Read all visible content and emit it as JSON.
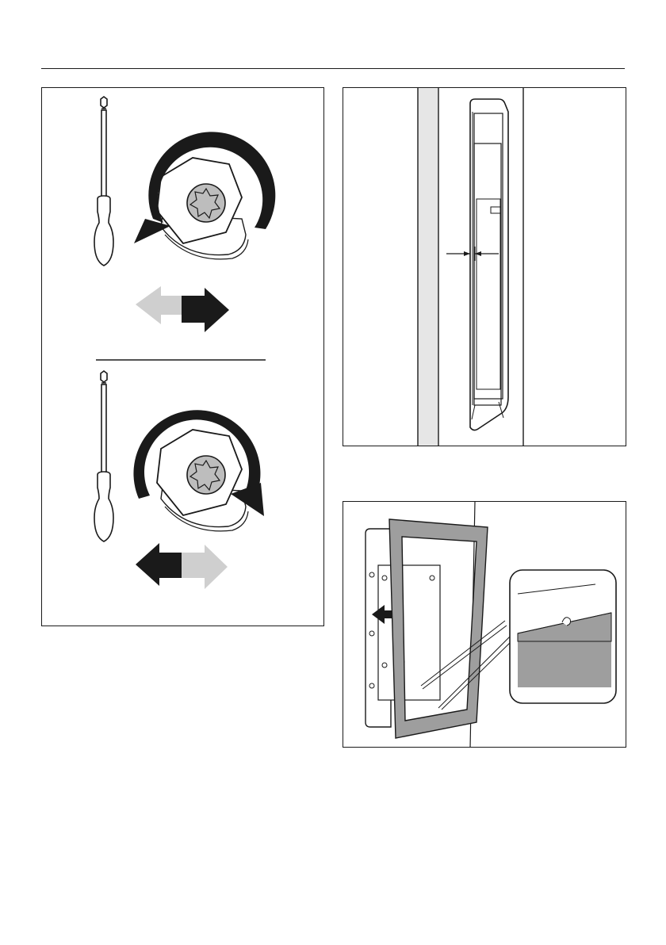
{
  "colors": {
    "ink": "#1a1a1a",
    "arrow_dark": "#1a1a1a",
    "arrow_light": "#cfcfcf",
    "screw_head": "#bdbdbd",
    "wall_tint": "#e6e6e6",
    "seal_gray": "#9e9e9e"
  },
  "figures": [
    {
      "id": "screwdriver-rotation-figure",
      "icons": [
        "screwdriver-icon",
        "hex-nut-icon",
        "torx-screw-icon",
        "rotate-clockwise-arrow-icon",
        "rotate-counterclockwise-arrow-icon",
        "move-right-arrow-icon",
        "move-left-arrow-icon"
      ]
    },
    {
      "id": "side-gap-figure",
      "icons": [
        "appliance-door-icon",
        "gap-dimension-icon"
      ]
    },
    {
      "id": "seal-frame-figure",
      "icons": [
        "seal-frame-icon",
        "push-arrow-icon",
        "magnified-detail-icon"
      ]
    }
  ]
}
